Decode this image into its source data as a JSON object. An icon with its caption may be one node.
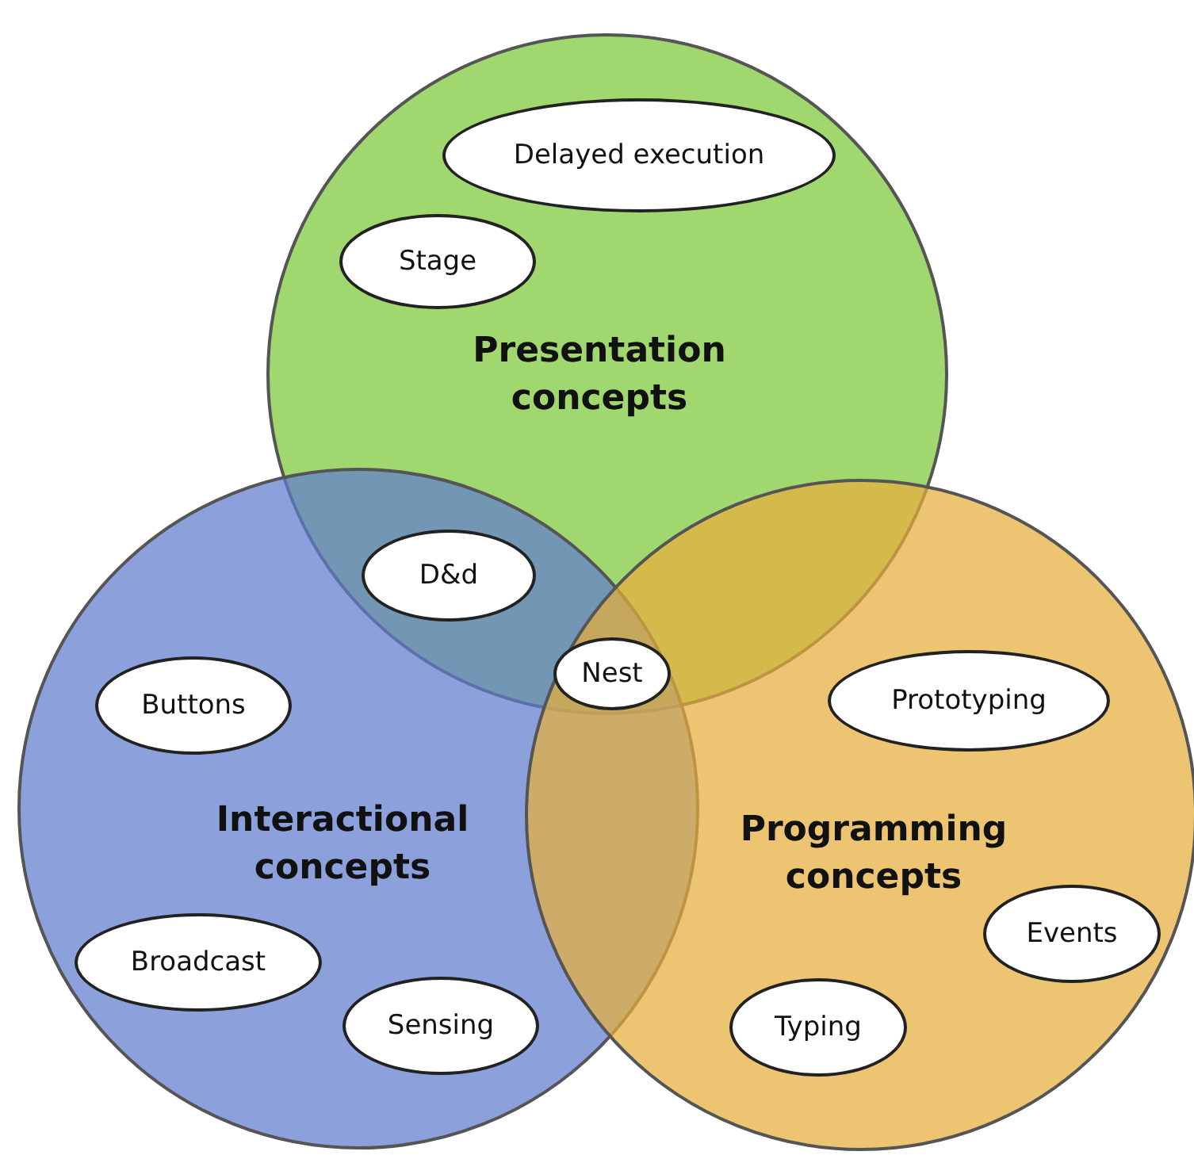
{
  "diagram": {
    "nodes": [
      {
        "text": [
          "Presentation concepts"
        ]
      },
      {
        "text": [
          "Delayed execution"
        ],
        "in": 0
      },
      {
        "text": [
          "Stage"
        ],
        "in": 0
      },
      {
        "text": [
          "D&d"
        ]
      },
      {
        "text": [
          "Nest"
        ]
      },
      {
        "text": [
          "Interactional concepts"
        ]
      },
      {
        "text": [
          "Buttons"
        ],
        "in": 5
      },
      {
        "text": [
          "Broadcast"
        ],
        "in": 5
      },
      {
        "text": [
          "Sensing"
        ],
        "in": 5
      },
      {
        "text": [
          "Programming concepts"
        ]
      },
      {
        "text": [
          "Prototyping"
        ],
        "in": 9
      },
      {
        "text": [
          "Events"
        ],
        "in": 9
      },
      {
        "text": [
          "Typing"
        ],
        "in": 9
      }
    ],
    "edges": []
  }
}
